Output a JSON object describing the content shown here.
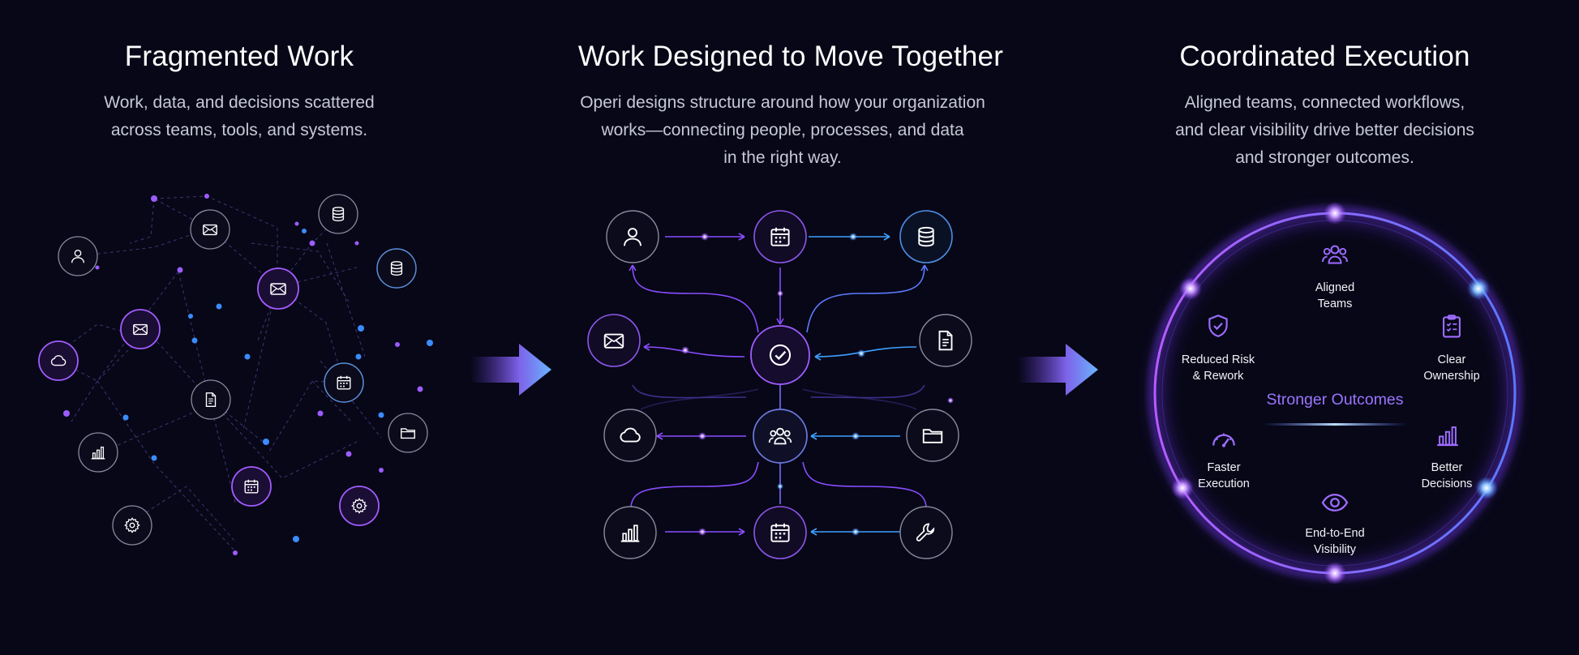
{
  "colors": {
    "background": "#070717",
    "purple": "#9d5cff",
    "blue": "#3b8cff",
    "text_muted": "#c7c8d6"
  },
  "panels": [
    {
      "title": "Fragmented Work",
      "description": [
        "Work, data, and decisions scattered",
        "across teams, tools, and systems."
      ]
    },
    {
      "title": "Work Designed to Move Together",
      "description": [
        "Operi designs structure around how your organization",
        "works—connecting people, processes, and data",
        "in the right way."
      ]
    },
    {
      "title": "Coordinated Execution",
      "description": [
        "Aligned teams, connected workflows,",
        "and clear visibility drive better decisions",
        "and stronger outcomes."
      ]
    }
  ],
  "fragmented_icons": [
    "user-icon",
    "mail-icon",
    "database-icon",
    "mail-icon",
    "database-icon",
    "mail-icon",
    "cloud-icon",
    "calendar-icon",
    "document-icon",
    "folder-icon",
    "chart-icon",
    "calendar-icon",
    "gear-icon",
    "gear-icon"
  ],
  "flow_icons": [
    "user-icon",
    "calendar-icon",
    "database-icon",
    "mail-icon",
    "check-icon",
    "document-icon",
    "cloud-icon",
    "team-icon",
    "folder-icon",
    "chart-icon",
    "calendar-icon",
    "wrench-icon"
  ],
  "outcomes": {
    "center": "Stronger Outcomes",
    "items": [
      {
        "icon": "team-icon",
        "lines": [
          "Aligned",
          "Teams"
        ]
      },
      {
        "icon": "clipboard-icon",
        "lines": [
          "Clear",
          "Ownership"
        ]
      },
      {
        "icon": "chart-icon",
        "lines": [
          "Better",
          "Decisions"
        ]
      },
      {
        "icon": "eye-icon",
        "lines": [
          "End-to-End",
          "Visibility"
        ]
      },
      {
        "icon": "gauge-icon",
        "lines": [
          "Faster",
          "Execution"
        ]
      },
      {
        "icon": "shield-icon",
        "lines": [
          "Reduced Risk",
          "& Rework"
        ]
      }
    ]
  }
}
